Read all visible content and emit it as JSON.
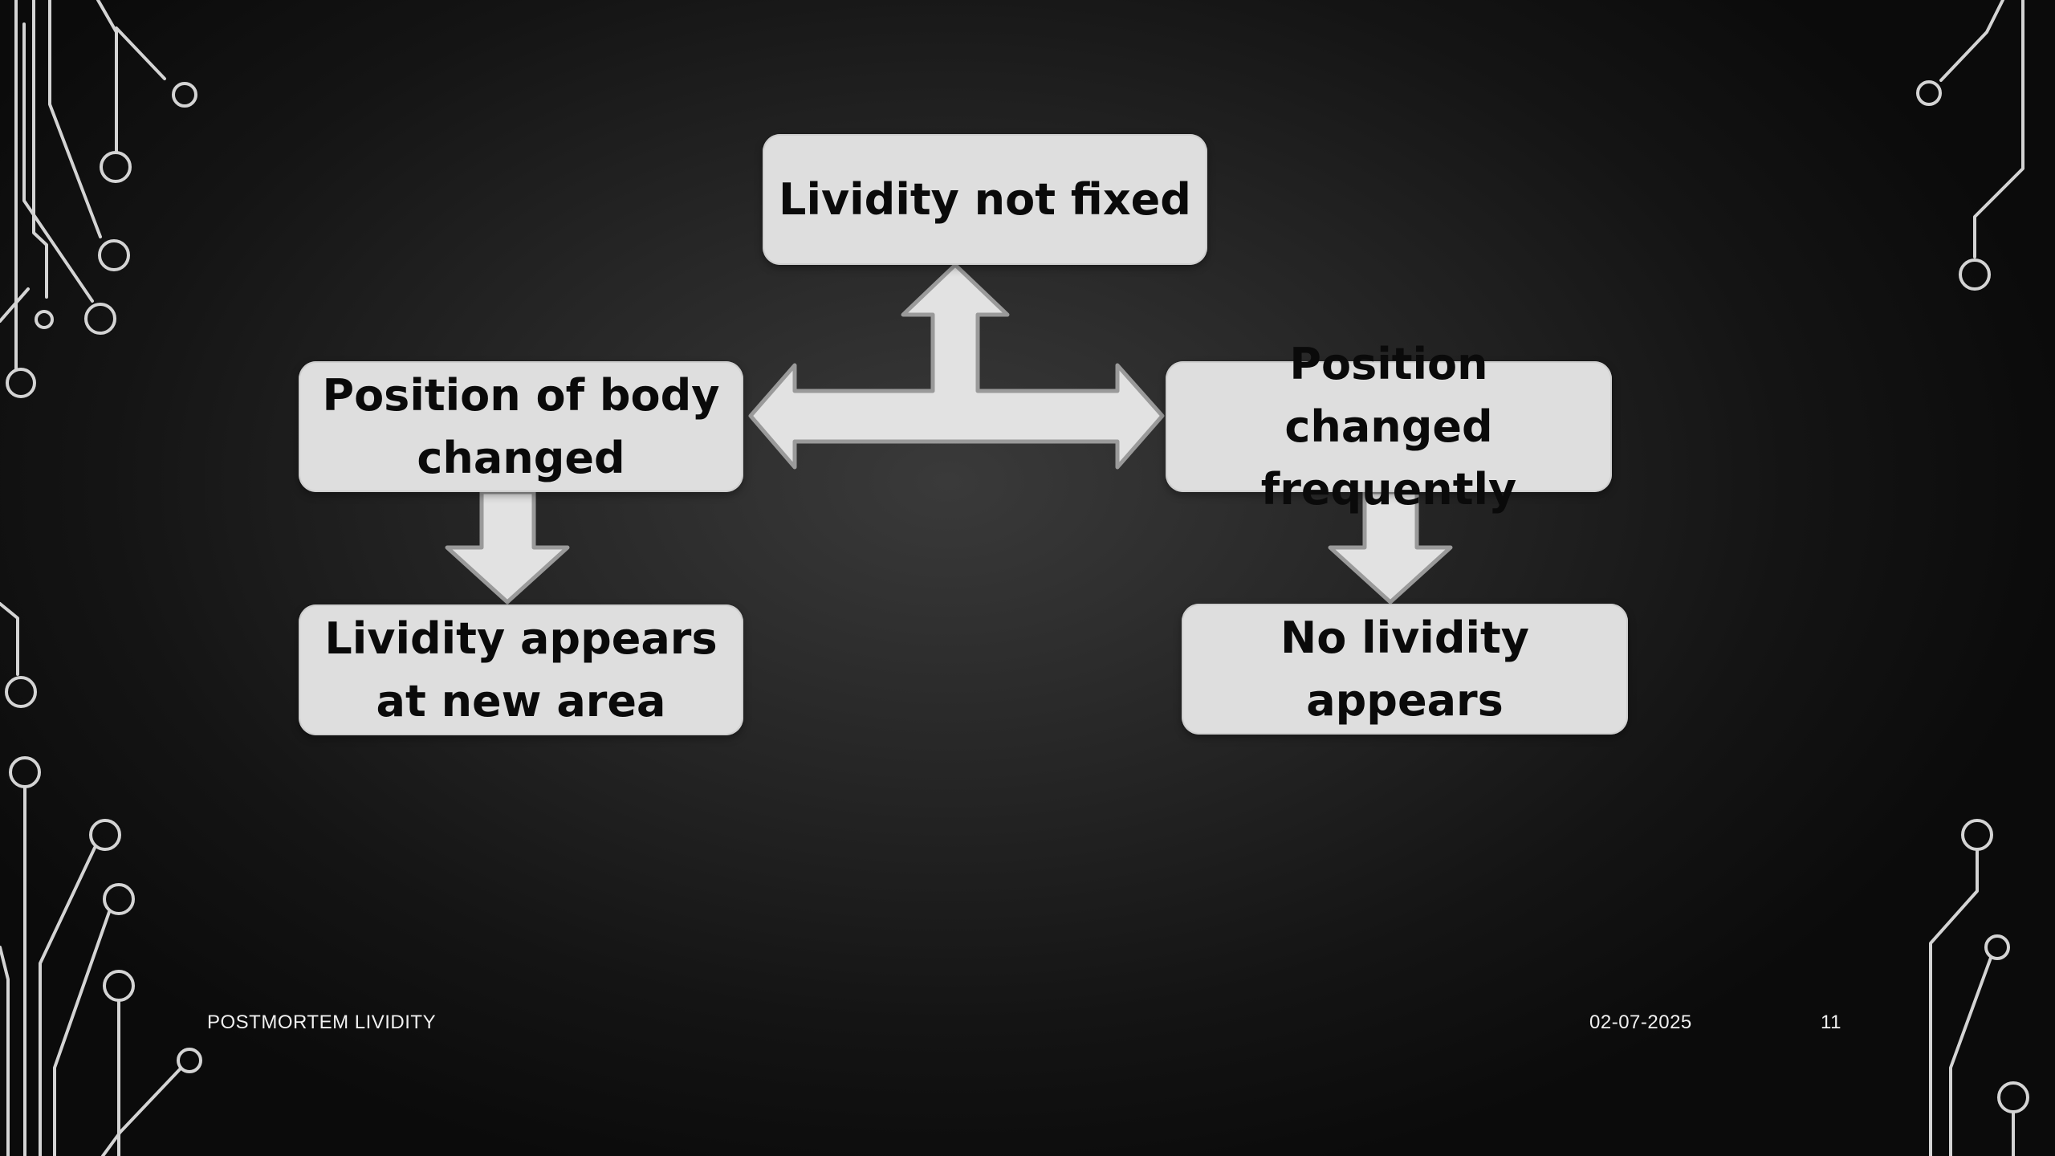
{
  "slide": {
    "boxes": {
      "top": "Lividity not fixed",
      "left": "Position of body changed",
      "right": "Position changed frequently",
      "bottom_left": "Lividity appears at new area",
      "bottom_right": "No lividity appears"
    },
    "footer": {
      "title": "POSTMORTEM LIVIDITY",
      "date": "02-07-2025",
      "page_number": "11"
    }
  },
  "colors": {
    "box_fill": "#dedede",
    "arrow_fill": "#e0e0e0",
    "circuit_lines": "#d9d9d9",
    "background": "#1a1a1a"
  }
}
